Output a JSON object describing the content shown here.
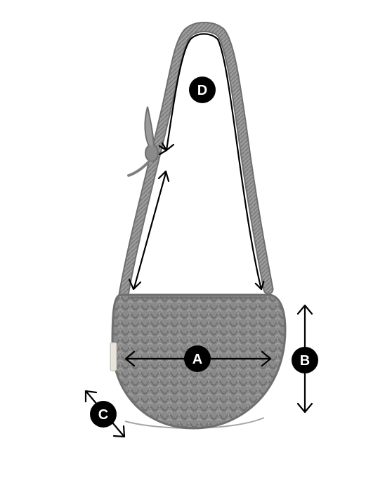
{
  "colors": {
    "bag": "#8a8a8a",
    "bag_shadow": "#6f6f6f",
    "bag_highlight": "#a3a3a3",
    "strap": "#9a9a9a",
    "label_tag": "#e8e4dc",
    "arrow": "#000000",
    "badge_fill": "#000000",
    "badge_text": "#ffffff"
  },
  "dimensions": {
    "a": {
      "label": "A"
    },
    "b": {
      "label": "B"
    },
    "c": {
      "label": "C"
    },
    "d": {
      "label": "D"
    }
  }
}
